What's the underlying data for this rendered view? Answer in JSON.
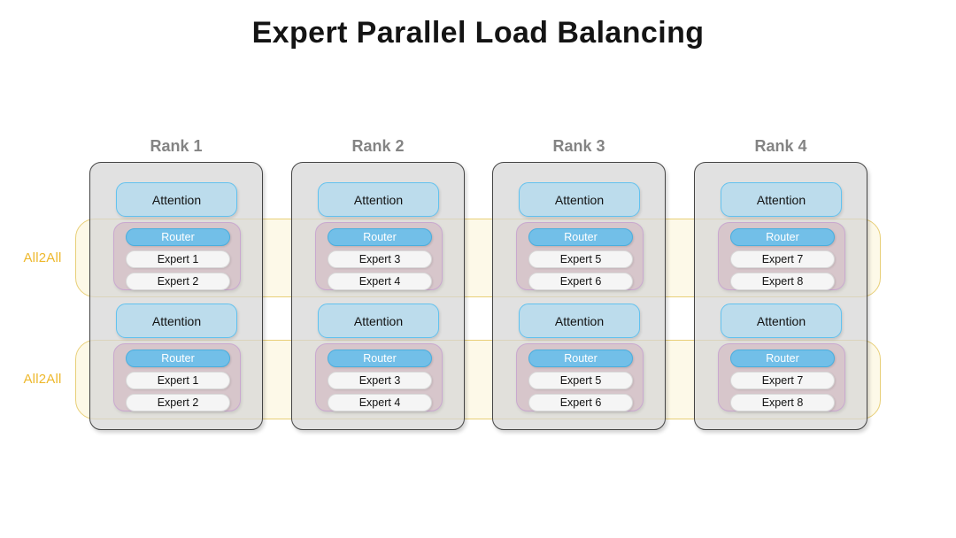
{
  "page": {
    "title": "Expert Parallel Load Balancing",
    "background_color": "#ffffff"
  },
  "colors": {
    "title_text": "#141414",
    "rank_label_text": "#848484",
    "rank_container_fill": "#d6d6d6",
    "rank_container_border": "#444444",
    "attention_fill": "#bcdcec",
    "attention_border": "#62c2ef",
    "moe_fill": "#d0b6c1",
    "moe_border": "#c9a8cf",
    "router_fill": "#72bfe8",
    "router_border": "#4aaede",
    "router_text": "#ffffff",
    "expert_fill": "#f5f5f5",
    "expert_border": "#d9d9d9",
    "expert_text": "#111111",
    "all2all_band_fill": "#fdf8e0",
    "all2all_band_border": "#e0bd45",
    "all2all_label_text": "#eeb82c"
  },
  "all2all_bands": [
    {
      "label": "All2All"
    },
    {
      "label": "All2All"
    }
  ],
  "ranks": [
    {
      "label": "Rank 1",
      "layers": [
        {
          "attention": "Attention",
          "router": "Router",
          "experts": [
            "Expert 1",
            "Expert 2"
          ]
        },
        {
          "attention": "Attention",
          "router": "Router",
          "experts": [
            "Expert 1",
            "Expert 2"
          ]
        }
      ]
    },
    {
      "label": "Rank 2",
      "layers": [
        {
          "attention": "Attention",
          "router": "Router",
          "experts": [
            "Expert 3",
            "Expert 4"
          ]
        },
        {
          "attention": "Attention",
          "router": "Router",
          "experts": [
            "Expert 3",
            "Expert 4"
          ]
        }
      ]
    },
    {
      "label": "Rank 3",
      "layers": [
        {
          "attention": "Attention",
          "router": "Router",
          "experts": [
            "Expert 5",
            "Expert 6"
          ]
        },
        {
          "attention": "Attention",
          "router": "Router",
          "experts": [
            "Expert 5",
            "Expert 6"
          ]
        }
      ]
    },
    {
      "label": "Rank 4",
      "layers": [
        {
          "attention": "Attention",
          "router": "Router",
          "experts": [
            "Expert 7",
            "Expert 8"
          ]
        },
        {
          "attention": "Attention",
          "router": "Router",
          "experts": [
            "Expert 7",
            "Expert 8"
          ]
        }
      ]
    }
  ]
}
